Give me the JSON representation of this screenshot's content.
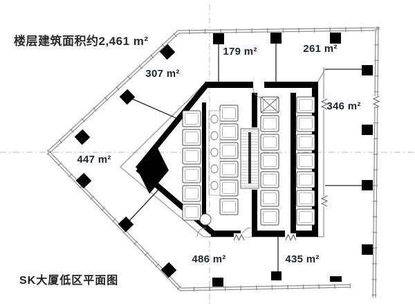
{
  "title": {
    "text": "楼层建筑面积约2,461 m²"
  },
  "footer": {
    "text": "SK大厦低区平面图"
  },
  "areas": [
    {
      "id": "area-307",
      "text": "307 m²"
    },
    {
      "id": "area-179",
      "text": "179 m²"
    },
    {
      "id": "area-261",
      "text": "261 m²"
    },
    {
      "id": "area-346",
      "text": "346 m²"
    },
    {
      "id": "area-447",
      "text": "447 m²"
    },
    {
      "id": "area-486",
      "text": "486 m²"
    },
    {
      "id": "area-435",
      "text": "435 m²"
    }
  ],
  "colors": {
    "label_text": "#1d2433",
    "wall_line": "#7d7d7d",
    "column_black": "#000000",
    "axis_dash": "#b8b8b8"
  }
}
